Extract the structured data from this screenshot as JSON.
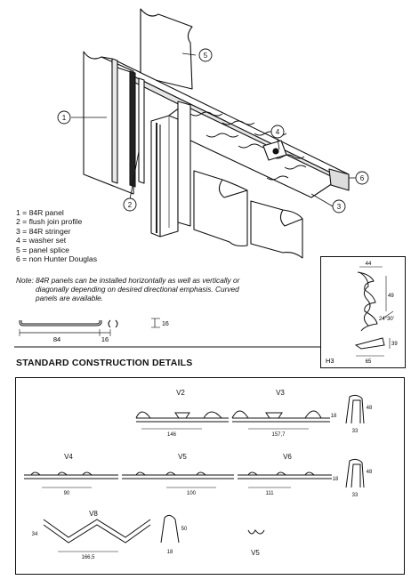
{
  "callouts": [
    "1",
    "2",
    "3",
    "4",
    "5",
    "6"
  ],
  "legend": [
    "1 = 84R panel",
    "2 = flush join profile",
    "3 = 84R stringer",
    "4 = washer set",
    "5 = panel splice",
    "6 = non Hunter Douglas"
  ],
  "note": {
    "line1": "Note: 84R panels can be installed horizontally as well as vertically or",
    "line2": "diagonally depending on desired directional emphasis. Curved",
    "line3": "panels are available."
  },
  "panel_profile": {
    "dim_width": "84",
    "dim_gap": "16",
    "dim_height": "16"
  },
  "h3": {
    "label": "H3",
    "dim_top": "44",
    "dim_side": "49",
    "dim_angle": "24°30'",
    "dim_bottom": "65",
    "dim_base": "39"
  },
  "section_title": "STANDARD CONSTRUCTION DETAILS",
  "details": {
    "v2": {
      "label": "V2",
      "dim": "146"
    },
    "v3": {
      "label": "V3",
      "dim": "157,7"
    },
    "v23_height": "18",
    "clip_a": {
      "height": "48",
      "base": "33"
    },
    "v4": {
      "label": "V4",
      "dim": "90"
    },
    "v5": {
      "label": "V5",
      "dim": "100"
    },
    "v6": {
      "label": "V6",
      "dim": "111"
    },
    "v456_height": "18",
    "clip_b": {
      "height": "48",
      "base": "33"
    },
    "v8": {
      "label": "V8",
      "dim": "166,5",
      "height": "34"
    },
    "clip_c_height": "50",
    "clip_c_base": "18",
    "v5_clip": "V5"
  }
}
